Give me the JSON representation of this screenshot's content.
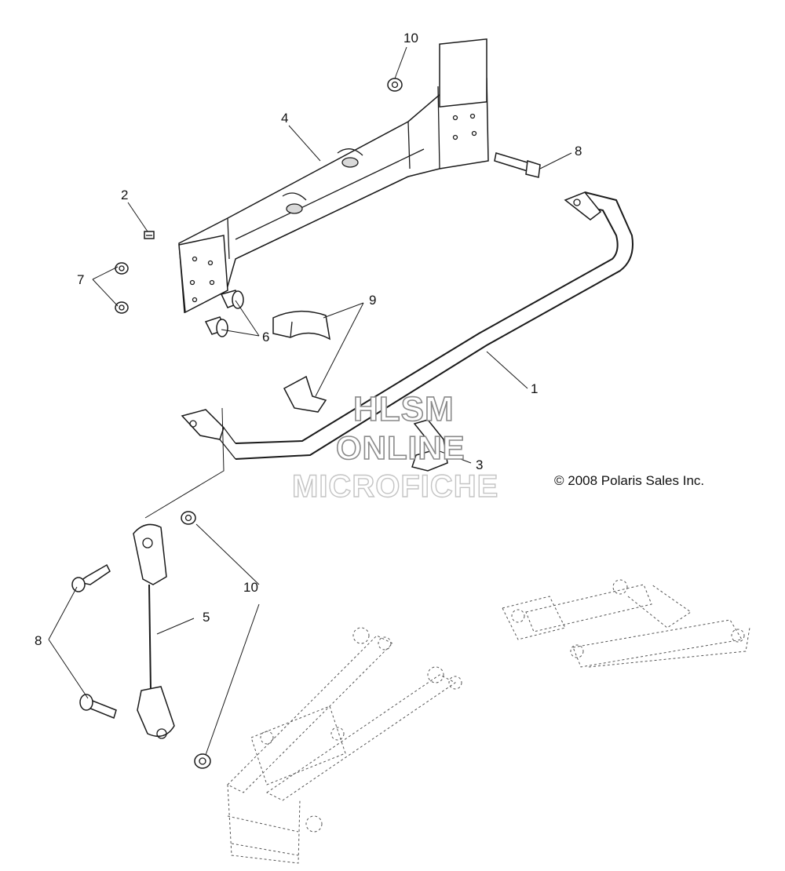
{
  "callouts": [
    {
      "id": "callout-10-top",
      "text": "10"
    },
    {
      "id": "callout-4",
      "text": "4"
    },
    {
      "id": "callout-8-right",
      "text": "8"
    },
    {
      "id": "callout-2",
      "text": "2"
    },
    {
      "id": "callout-7",
      "text": "7"
    },
    {
      "id": "callout-9",
      "text": "9"
    },
    {
      "id": "callout-6",
      "text": "6"
    },
    {
      "id": "callout-1",
      "text": "1"
    },
    {
      "id": "callout-3",
      "text": "3"
    },
    {
      "id": "callout-5",
      "text": "5"
    },
    {
      "id": "callout-10-bottom",
      "text": "10"
    },
    {
      "id": "callout-8-left",
      "text": "8"
    }
  ],
  "watermark": {
    "line1": "HLSM",
    "line2": "ONLINE",
    "line3": "MICROFICHE",
    "stroke_color": "#8a8a8a"
  },
  "copyright": "© 2008 Polaris Sales Inc."
}
